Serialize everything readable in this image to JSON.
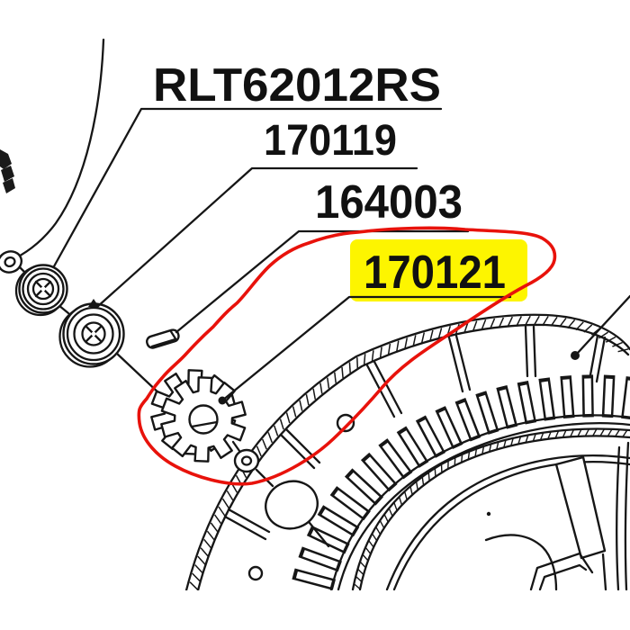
{
  "callouts": [
    {
      "text": "RLT62012RS",
      "highlighted": false
    },
    {
      "text": "170119",
      "highlighted": false
    },
    {
      "text": "164003",
      "highlighted": false
    },
    {
      "text": "170121",
      "highlighted": true
    }
  ],
  "annotation": {
    "highlight_color": "#fdf500",
    "circle_color": "#e8120b",
    "ink_color": "#161616"
  }
}
